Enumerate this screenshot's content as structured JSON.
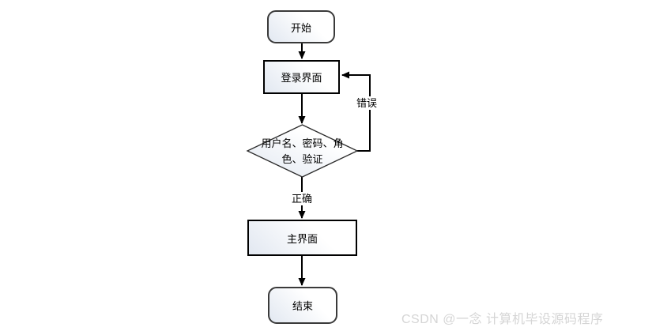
{
  "flowchart": {
    "title": "login-flow",
    "nodes": {
      "start": {
        "label": "开始",
        "shape": "terminator"
      },
      "login": {
        "label": "登录界面",
        "shape": "process"
      },
      "decision": {
        "label": "用户名、密码、角色、验证",
        "lines": [
          "用户名、密码、角",
          "色、验证"
        ],
        "shape": "decision"
      },
      "main": {
        "label": "主界面",
        "shape": "process"
      },
      "end": {
        "label": "结束",
        "shape": "terminator"
      }
    },
    "edges": {
      "start_to_login": {
        "label": ""
      },
      "login_to_decision": {
        "label": ""
      },
      "decision_to_login": {
        "label": "错误"
      },
      "decision_to_main": {
        "label": "正确"
      },
      "main_to_end": {
        "label": ""
      }
    }
  },
  "watermark": {
    "text": "CSDN @一念 计算机毕设源码程序"
  },
  "colors": {
    "background": "#ffffff",
    "line": "#000000",
    "process_border": "#000000",
    "terminator_border": "#3a3a3a",
    "node_fill_tint": "#e2e8f1",
    "text": "#000000",
    "watermark": "#d5d5d5"
  }
}
